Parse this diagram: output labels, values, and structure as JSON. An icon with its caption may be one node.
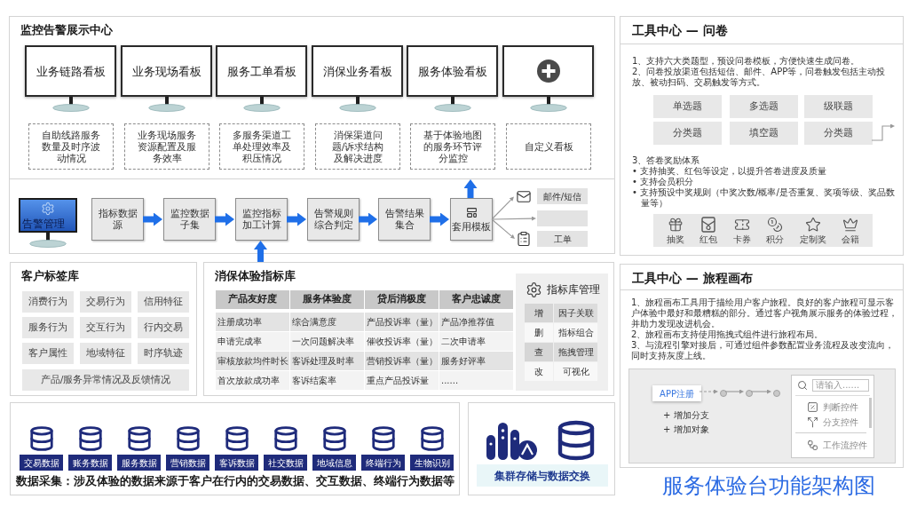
{
  "diagram": {
    "title": "服务体验台功能架构图",
    "nodes": [
      {
        "text": [
          "监控告警展示中心"
        ]
      },
      {
        "text": [
          "业务链路看板"
        ],
        "in": 0
      },
      {
        "text": [
          "业务现场看板"
        ],
        "in": 0
      },
      {
        "text": [
          "服务工单看板"
        ],
        "in": 0
      },
      {
        "text": [
          "消保业务看板"
        ],
        "in": 0
      },
      {
        "text": [
          "服务体验看板"
        ],
        "in": 0
      },
      {
        "text": [],
        "shape": "picture",
        "in": 0
      },
      {
        "text": [
          "自助线路服务数量及时序波动情况"
        ],
        "in": 0
      },
      {
        "text": [
          "业务现场服务资源配置及服务效率"
        ],
        "in": 0
      },
      {
        "text": [
          "多服务渠道工单处理效率及积压情况"
        ],
        "in": 0
      },
      {
        "text": [
          "消保渠道问题/诉求结构及解决进度"
        ],
        "in": 0
      },
      {
        "text": [
          "基于体验地图的服务环节评分监控"
        ],
        "in": 0
      },
      {
        "text": [
          "自定义看板"
        ],
        "in": 0
      },
      {
        "text": [],
        "shape": "box"
      },
      {
        "text": [
          "告警管理"
        ],
        "in": 13
      },
      {
        "text": [
          "指标数据源"
        ],
        "in": 13
      },
      {
        "text": [
          "监控数据子集"
        ],
        "in": 13
      },
      {
        "text": [
          "监控指标加工计算"
        ],
        "in": 13
      },
      {
        "text": [
          "告警规则综合判定"
        ],
        "in": 13
      },
      {
        "text": [
          "告警结果集合"
        ],
        "in": 13
      },
      {
        "text": [
          "套用模板"
        ],
        "in": 13
      },
      {
        "text": [],
        "shape": "picture",
        "in": 13
      },
      {
        "text": [],
        "shape": "picture",
        "in": 13
      },
      {
        "text": [
          "邮件/短信"
        ],
        "in": 13
      },
      {
        "text": [],
        "shape": "box",
        "in": 13
      },
      {
        "text": [
          "工单"
        ],
        "in": 13
      },
      {
        "text": [
          "客户标签库"
        ]
      },
      {
        "text": [
          "消费行为"
        ],
        "in": 26
      },
      {
        "text": [
          "交易行为"
        ],
        "in": 26
      },
      {
        "text": [
          "信用特征"
        ],
        "in": 26
      },
      {
        "text": [
          "服务行为"
        ],
        "in": 26
      },
      {
        "text": [
          "交互行为"
        ],
        "in": 26
      },
      {
        "text": [
          "行内交易"
        ],
        "in": 26
      },
      {
        "text": [
          "客户属性"
        ],
        "in": 26
      },
      {
        "text": [
          "地域特征"
        ],
        "in": 26
      },
      {
        "text": [
          "时序轨迹"
        ],
        "in": 26
      },
      {
        "text": [
          "产品/服务异常情况及反馈情况"
        ],
        "in": 26
      },
      {
        "text": [
          "消保体验指标库"
        ]
      },
      {
        "text": [
          "指标库管理"
        ],
        "in": 37
      },
      {
        "text": [
          "数据采集：涉及体验的数据来源于客户在行内的交易数据、交互数据、终端行为数据等"
        ]
      },
      {
        "text": [
          "交易数据"
        ],
        "in": 39
      },
      {
        "text": [
          "账务数据"
        ],
        "in": 39
      },
      {
        "text": [
          "服务数据"
        ],
        "in": 39
      },
      {
        "text": [
          "营销数据"
        ],
        "in": 39
      },
      {
        "text": [
          "客诉数据"
        ],
        "in": 39
      },
      {
        "text": [
          "社交数据"
        ],
        "in": 39
      },
      {
        "text": [
          "地域信息"
        ],
        "in": 39
      },
      {
        "text": [
          "终端行为"
        ],
        "in": 39
      },
      {
        "text": [
          "生物识别"
        ],
        "in": 39
      },
      {
        "text": [
          "集群存储与数据交换"
        ]
      },
      {
        "text": [
          "工具中心 — 问卷",
          "1、支持六大类题型，预设问卷模板，方便快速生成问卷。",
          "2、问卷投放渠道包括短信、邮件、APP等，问卷触发包括主动投放、被动扫码、交易触发等方式。",
          "3、答卷奖励体系",
          "• 支持抽奖、红包等设定，以提升答卷进度及质量",
          "• 支持会员积分",
          "• 支持预设中奖规则（中奖次数/概率/是否重复、奖项等级、奖品数量等）"
        ]
      },
      {
        "text": [
          "单选题"
        ],
        "in": 50
      },
      {
        "text": [
          "多选题"
        ],
        "in": 50
      },
      {
        "text": [
          "级联题"
        ],
        "in": 50
      },
      {
        "text": [
          "分类题"
        ],
        "in": 50
      },
      {
        "text": [
          "填空题"
        ],
        "in": 50
      },
      {
        "text": [
          "分类题"
        ],
        "in": 50
      },
      {
        "text": [
          "抽奖",
          "红包",
          "卡券",
          "积分",
          "定制奖",
          "会籍"
        ],
        "in": 50
      },
      {
        "text": [
          "工具中心 — 旅程画布",
          "1、旅程画布工具用于描绘用户客户旅程。良好的客户旅程可显示客户体验中最好和最糟糕的部分。通过客户视角展示服务的体验过程，并助力发现改进机会。",
          "2、旅程画布支持使用拖拽式组件进行旅程布局。",
          "3、与流程引擎对接后，可通过组件参数配置业务流程及改变流向，同时支持灰度上线。"
        ]
      },
      {
        "text": [
          "+ 增加分支",
          "+ 增加对象"
        ],
        "in": 58
      },
      {
        "text": [
          "APP注册"
        ],
        "in": 59
      },
      {
        "text": [],
        "shape": "circle",
        "in": 59
      },
      {
        "text": [],
        "shape": "circle",
        "in": 59
      },
      {
        "text": [],
        "shape": "circle",
        "in": 59
      },
      {
        "text": [
          "请输入......",
          "判断控件",
          "分支控件",
          "工作流控件"
        ],
        "in": 59
      }
    ],
    "edges": [
      {
        "from": 15,
        "to": 16,
        "arrow": "to",
        "style": "thick",
        "color": "#1f6fe8"
      },
      {
        "from": 16,
        "to": 17,
        "arrow": "to",
        "style": "thick",
        "color": "#1f6fe8"
      },
      {
        "from": 17,
        "to": 18,
        "arrow": "to",
        "style": "thick",
        "color": "#1f6fe8"
      },
      {
        "from": 18,
        "to": 19,
        "arrow": "to",
        "style": "thick",
        "color": "#1f6fe8"
      },
      {
        "from": 19,
        "to": 20,
        "arrow": "to",
        "style": "thick",
        "color": "#1f6fe8"
      },
      {
        "from": 20,
        "to": 0,
        "arrow": "to",
        "style": "thick",
        "color": "#1f6fe8"
      },
      {
        "from": 37,
        "to": 17,
        "arrow": "to",
        "style": "thick",
        "color": "#1f6fe8"
      },
      {
        "from": 20,
        "to": 21,
        "arrow": "to",
        "color": "#999999"
      },
      {
        "from": 20,
        "to": 24,
        "arrow": "to",
        "color": "#999999"
      },
      {
        "from": 20,
        "to": 22,
        "arrow": "to",
        "color": "#999999"
      },
      {
        "from": 56,
        "to": null,
        "arrow": "to",
        "color": "#999999"
      },
      {
        "from": 60,
        "to": 61,
        "arrow": "to",
        "style": "dashed",
        "color": "#999999"
      },
      {
        "from": 61,
        "to": 62,
        "arrow": "to",
        "color": "#999999"
      },
      {
        "from": 62,
        "to": 63,
        "arrow": "to",
        "color": "#999999"
      }
    ],
    "labels": [
      "产品友好度",
      "服务体验度",
      "贷后消极度",
      "客户忠诚度",
      "注册成功率",
      "综合满意度",
      "产品投诉率（量）",
      "产品净推荐值",
      "申请完成率",
      "一次问题解决率",
      "催收投诉率（量）",
      "二次申请率",
      "审核放款均件时长",
      "客诉处理及时率",
      "营销投诉率（量）",
      "服务好评率",
      "首次放款成功率",
      "客诉结案率",
      "重点产品投诉量",
      "......",
      "增",
      "因子关联",
      "删",
      "指标组合",
      "查",
      "拖拽管理",
      "改",
      "可视化"
    ]
  }
}
